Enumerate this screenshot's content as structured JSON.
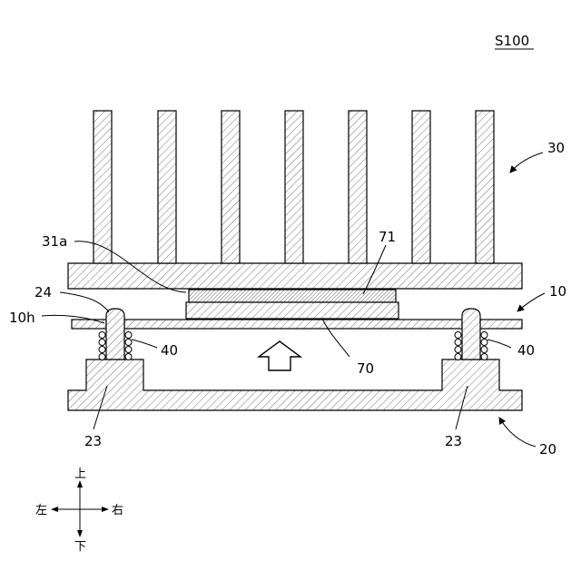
{
  "figure_id": "S100",
  "labels": {
    "heatsink": "30",
    "heatsink_surface": "31a",
    "thermal_sheet": "71",
    "board": "10",
    "pin": "24",
    "board_hole": "10h",
    "spring_left": "40",
    "spring_right": "40",
    "component": "70",
    "boss_left": "23",
    "boss_right": "23",
    "housing": "20"
  },
  "directions": {
    "up": "上",
    "down": "下",
    "left": "左",
    "right": "右"
  }
}
